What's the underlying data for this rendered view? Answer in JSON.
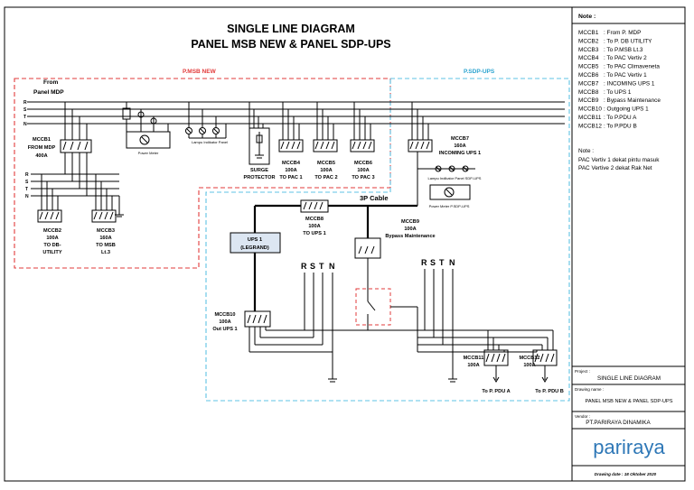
{
  "title": {
    "line1": "SINGLE LINE DIAGRAM",
    "line2": "PANEL MSB NEW & PANEL SDP-UPS"
  },
  "panels": {
    "msb_label": "P.MSB NEW",
    "sdp_label": "P.SDP-UPS",
    "source_line1": "From",
    "source_line2": "Panel MDP",
    "cable_label": "3P Cable",
    "colors": {
      "msb_border": "#e23b3b",
      "sdp_border": "#5fc3e4"
    }
  },
  "phases": [
    "R",
    "S",
    "T",
    "N"
  ],
  "breakers": {
    "mccb1": [
      "MCCB1",
      "FROM MDP",
      "400A"
    ],
    "mccb2": [
      "MCCB2",
      "100A",
      "TO DB-",
      "UTILITY"
    ],
    "mccb3": [
      "MCCB3",
      "160A",
      "TO MSB",
      "Lt.3"
    ],
    "mccb4": [
      "MCCB4",
      "100A",
      "TO PAC 1"
    ],
    "mccb5": [
      "MCCB5",
      "100A",
      "TO PAC 2"
    ],
    "mccb6": [
      "MCCB6",
      "100A",
      "TO PAC 3"
    ],
    "mccb7": [
      "MCCB7",
      "160A",
      "INCOMING UPS 1"
    ],
    "mccb8": [
      "MCCB8",
      "100A",
      "TO UPS 1"
    ],
    "mccb9": [
      "MCCB9",
      "100A",
      "Bypass Maintenance"
    ],
    "mccb10": [
      "MCCB10",
      "100A",
      "Out  UPS 1"
    ],
    "mccb11": [
      "MCCB11",
      "100A"
    ],
    "mccb12": [
      "MCCB12",
      "100A"
    ]
  },
  "devices": {
    "power_meter_msb": "Power Meter",
    "indicator_msb": "Lampu Indikator Panel",
    "surge_line1": "SURGE",
    "surge_line2": "PROTECTOR",
    "indicator_sdp": "Lampu Indikator Panel SDP-UPS",
    "power_meter_sdp": "Power Meter P.SDP-UPS",
    "ups_line1": "UPS 1",
    "ups_line2": "(LEGRAND)",
    "pdu_a": "To P. PDU A",
    "pdu_b": "To P. PDU B"
  },
  "sidebar": {
    "note_title": "Note :",
    "legend": [
      {
        "code": "MCCB1",
        "desc": ": From P. MDP"
      },
      {
        "code": "MCCB2",
        "desc": ": To P. DB UTILITY"
      },
      {
        "code": "MCCB3",
        "desc": ": To P.MSB Lt.3"
      },
      {
        "code": "MCCB4",
        "desc": ": To PAC Vertiv 2"
      },
      {
        "code": "MCCB5",
        "desc": ": To PAC Climaveneta"
      },
      {
        "code": "MCCB6",
        "desc": ": To PAC Vertiv 1"
      },
      {
        "code": "MCCB7",
        "desc": ": INCOMING UPS 1"
      },
      {
        "code": "MCCB8",
        "desc": ": To UPS 1"
      },
      {
        "code": "MCCB9",
        "desc": ": Bypass Maintenance"
      },
      {
        "code": "MCCB10",
        "desc": ": Outgoing UPS 1"
      },
      {
        "code": "MCCB11",
        "desc": ": To P.PDU A"
      },
      {
        "code": "MCCB12",
        "desc": ": To P.PDU B"
      }
    ],
    "note2_title": "Note :",
    "note2_lines": [
      "PAC Vertiv 1 dekat pintu masuk",
      "PAC Vertive 2 dekat Rak Net"
    ],
    "project_label": "Project :",
    "project_value": "SINGLE LINE DIAGRAM",
    "drawing_label": "Drawing name :",
    "drawing_value": "PANEL MSB NEW & PANEL SDP-UPS",
    "vendor_label": "Vendor :",
    "vendor_value": "PT.PARIRAYA DINAMIKA",
    "logo_text": "pariraya",
    "logo_color": "#2f78b7",
    "date_text": "Drawing date : 18 Oktober 2020"
  }
}
